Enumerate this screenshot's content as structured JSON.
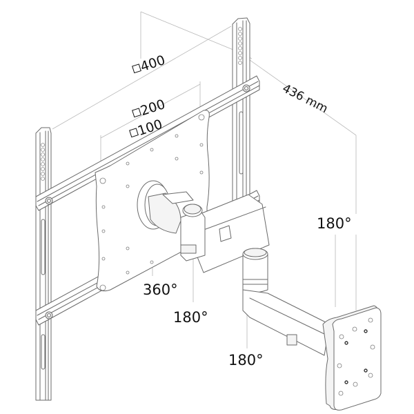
{
  "diagram": {
    "subject": "Full-motion TV wall mount, isometric line drawing",
    "line_color": "#6a6a6a",
    "dimension_line_color": "#b8b8b8",
    "text_color": "#111111"
  },
  "vesa_labels": {
    "large": {
      "symbol": "□",
      "value": "400"
    },
    "medium": {
      "symbol": "□",
      "value": "200"
    },
    "small": {
      "symbol": "□",
      "value": "100"
    }
  },
  "extension": {
    "value": "436 mm"
  },
  "rotation_labels": {
    "tilt_swivel_head": "360°",
    "head_joint": "180°",
    "elbow_joint": "180°",
    "wall_joint": "180°"
  }
}
